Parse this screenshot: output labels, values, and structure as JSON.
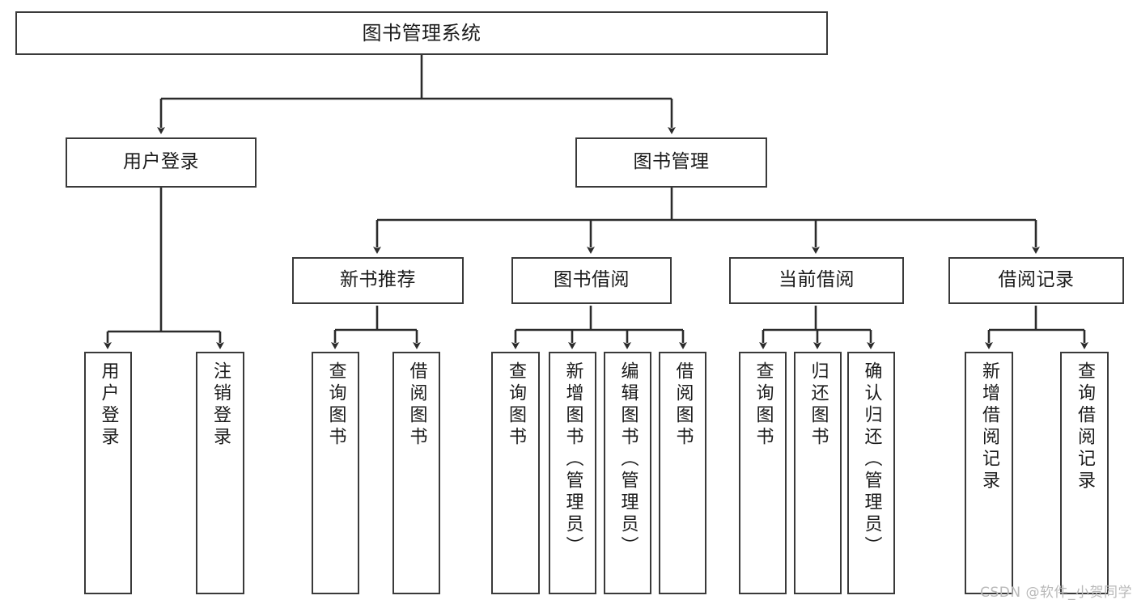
{
  "diagram": {
    "title": "图书管理系统",
    "type": "tree-hierarchy-diagram",
    "root": {
      "label": "图书管理系统"
    },
    "level2": [
      {
        "label": "用户登录"
      },
      {
        "label": "图书管理"
      }
    ],
    "level3": [
      {
        "label": "新书推荐"
      },
      {
        "label": "图书借阅"
      },
      {
        "label": "当前借阅"
      },
      {
        "label": "借阅记录"
      }
    ],
    "leaves": {
      "user_login": [
        {
          "label": "用户登录"
        },
        {
          "label": "注销登录"
        }
      ],
      "new_book": [
        {
          "label": "查询图书"
        },
        {
          "label": "借阅图书"
        }
      ],
      "book_borrow": [
        {
          "label": "查询图书"
        },
        {
          "label": "新增图书（管理员）"
        },
        {
          "label": "编辑图书（管理员）"
        },
        {
          "label": "借阅图书"
        }
      ],
      "current_borrow": [
        {
          "label": "查询图书"
        },
        {
          "label": "归还图书"
        },
        {
          "label": "确认归还（管理员）"
        }
      ],
      "borrow_record": [
        {
          "label": "新增借阅记录"
        },
        {
          "label": "查询借阅记录"
        }
      ]
    }
  },
  "watermark": {
    "text": "CSDN @软件_小贺同学"
  },
  "colors": {
    "border": "#3a3a3a",
    "connector": "#2b2b2b",
    "text": "#1b1b1b",
    "background": "#ffffff",
    "watermark": "#b9b9b9"
  }
}
